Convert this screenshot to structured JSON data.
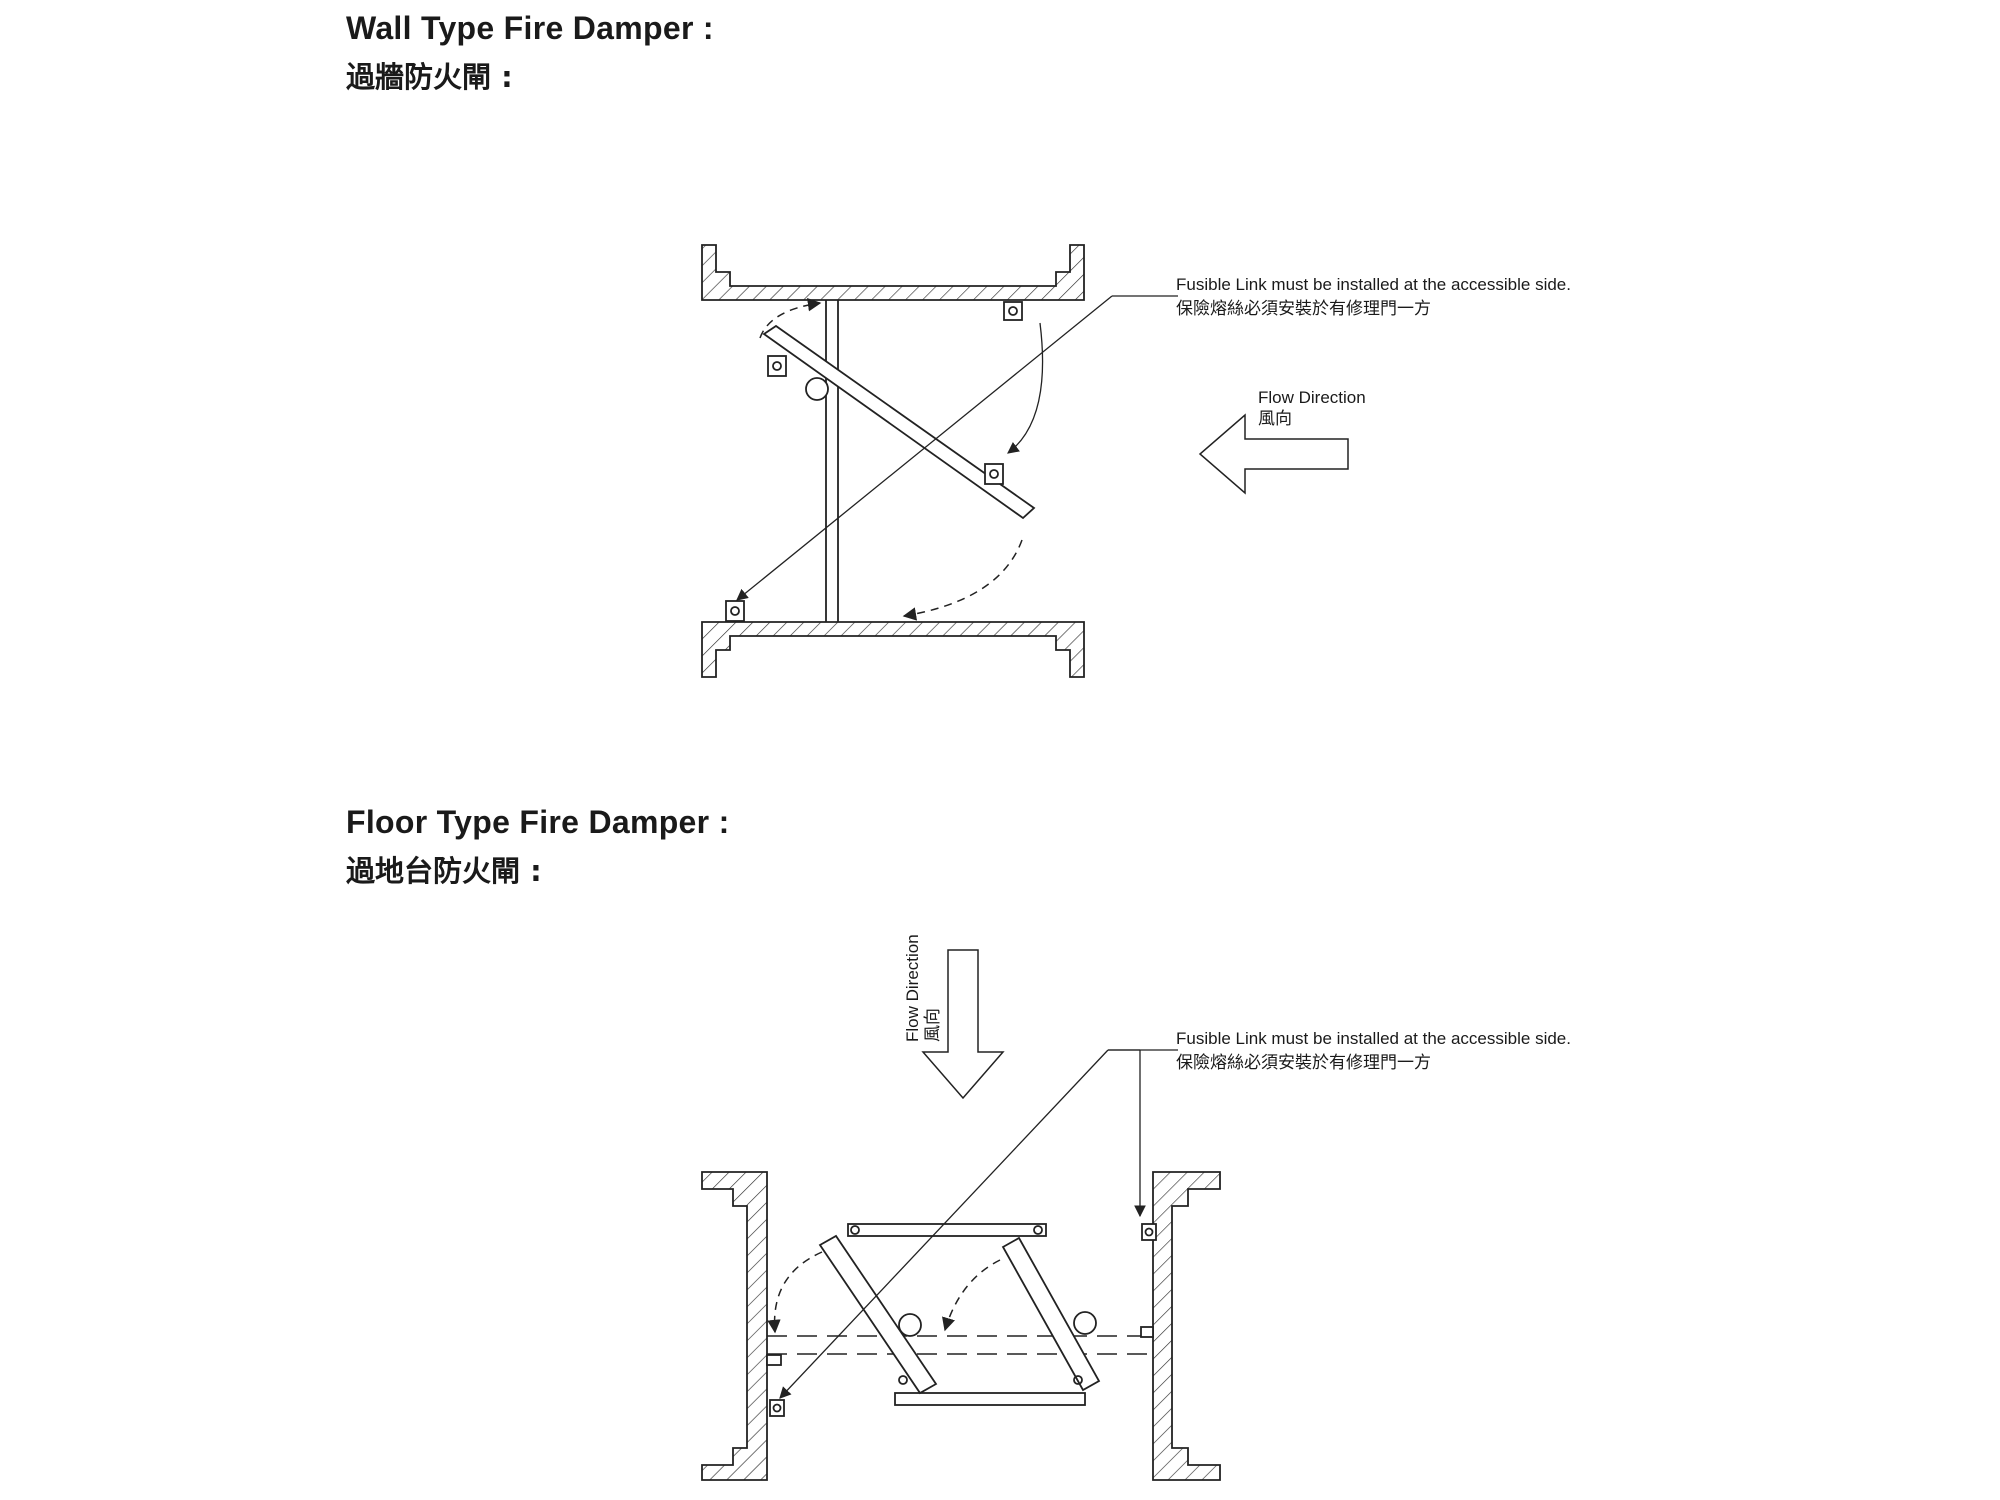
{
  "wall_section": {
    "title_en": "Wall Type Fire Damper :",
    "title_zh": "過牆防火閘 :",
    "note_en": "Fusible Link must be installed at the accessible side.",
    "note_zh": "保險熔絲必須安裝於有修理門一方",
    "flow_en": "Flow Direction",
    "flow_zh": "風向"
  },
  "floor_section": {
    "title_en": "Floor Type Fire Damper :",
    "title_zh": "過地台防火閘 :",
    "note_en": "Fusible Link must be installed at the accessible side.",
    "note_zh": "保險熔絲必須安裝於有修理門一方",
    "flow_en": "Flow Direction",
    "flow_zh": "風向"
  }
}
